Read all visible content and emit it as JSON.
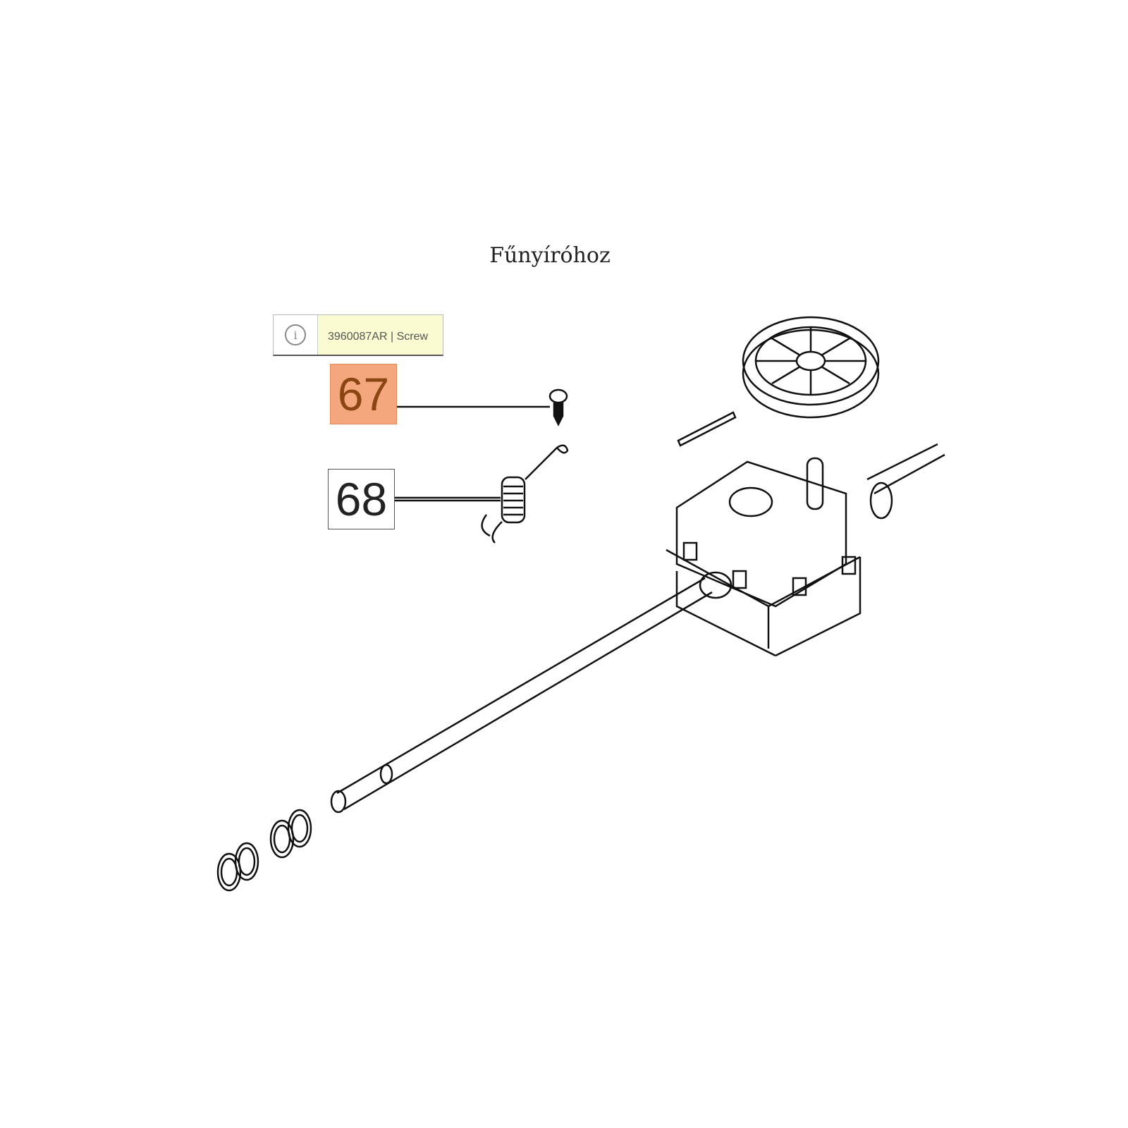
{
  "title": "Fűnyíróhoz",
  "tooltip": {
    "icon": "info-icon",
    "text": "3960087AR | Screw"
  },
  "callouts": [
    {
      "number": "67",
      "part": "screw",
      "highlighted": true,
      "highlight_color": "#f4a77c"
    },
    {
      "number": "68",
      "part": "spring",
      "highlighted": false
    }
  ]
}
